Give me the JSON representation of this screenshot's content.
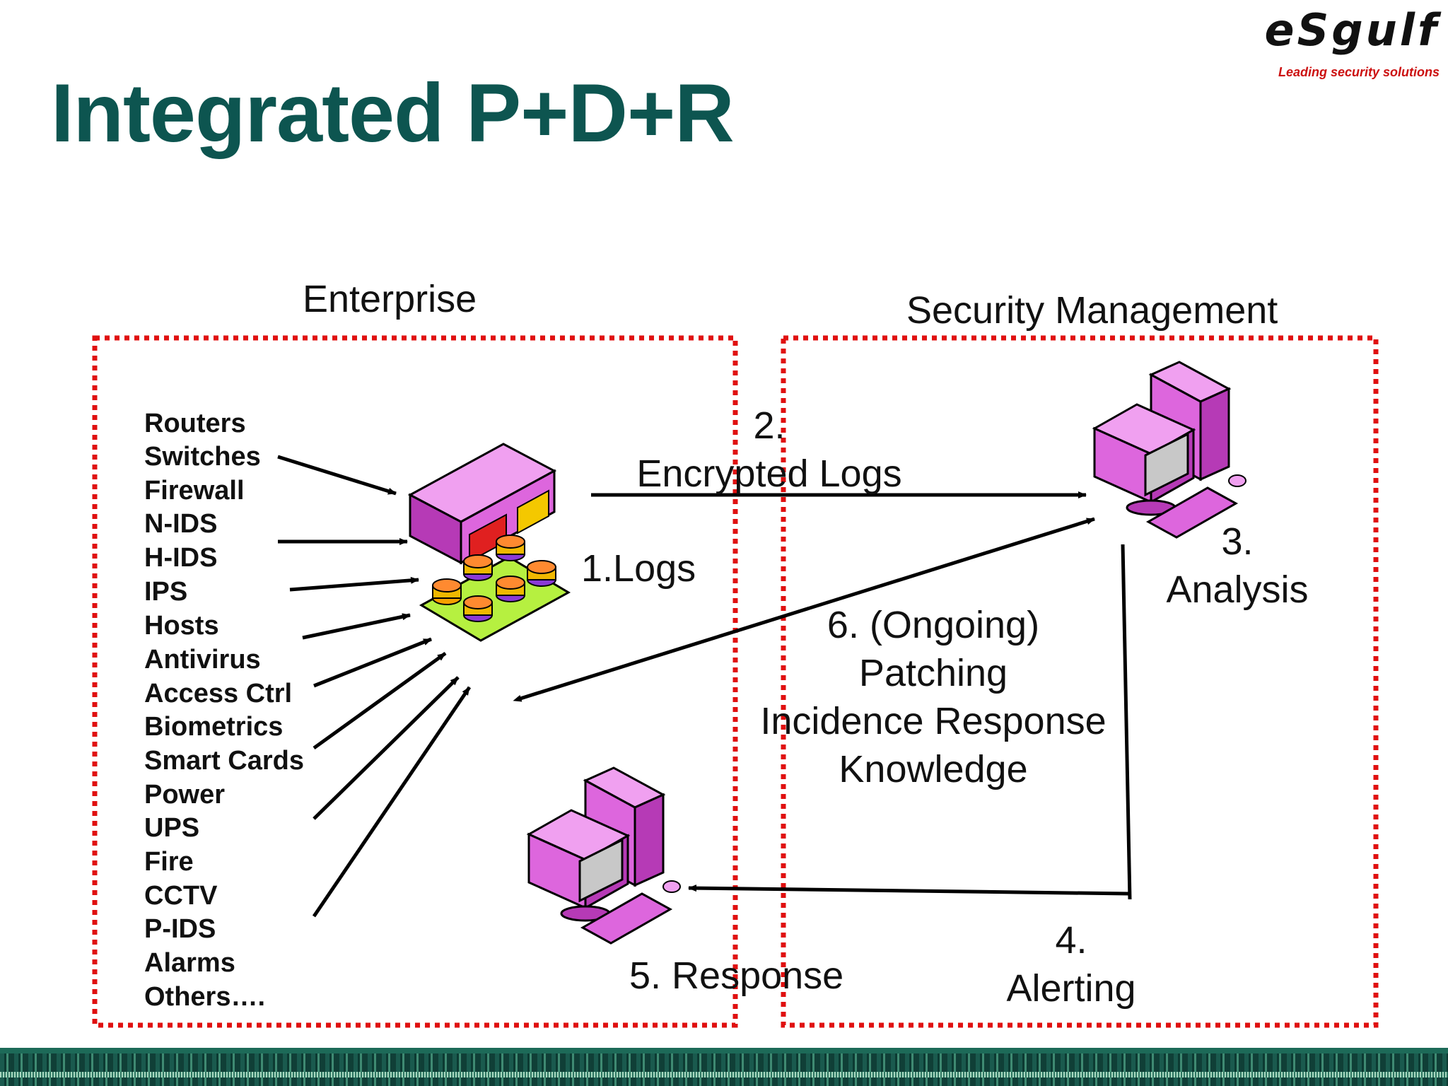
{
  "title": "Integrated P+D+R",
  "logo": {
    "text": "eSgulf",
    "tagline": "Leading security solutions"
  },
  "sections": {
    "enterprise": "Enterprise",
    "security_management": "Security Management"
  },
  "devices": [
    "Routers",
    "Switches",
    "Firewall",
    "N-IDS",
    "H-IDS",
    "IPS",
    "Hosts",
    "Antivirus",
    "Access Ctrl",
    "Biometrics",
    "Smart Cards",
    "Power",
    "UPS",
    "Fire",
    "CCTV",
    "P-IDS",
    "Alarms",
    "Others…."
  ],
  "steps": {
    "logs": "1.Logs",
    "encrypted_logs": "2.\nEncrypted Logs",
    "analysis": "3.\nAnalysis",
    "alerting": "4.\nAlerting",
    "response": "5. Response",
    "ongoing": "6. (Ongoing)\nPatching\nIncidence Response\nKnowledge"
  },
  "colors": {
    "title": "#0d5550",
    "dotted_border": "#e01010",
    "device": "#dd66dd",
    "arrow": "#000000"
  }
}
